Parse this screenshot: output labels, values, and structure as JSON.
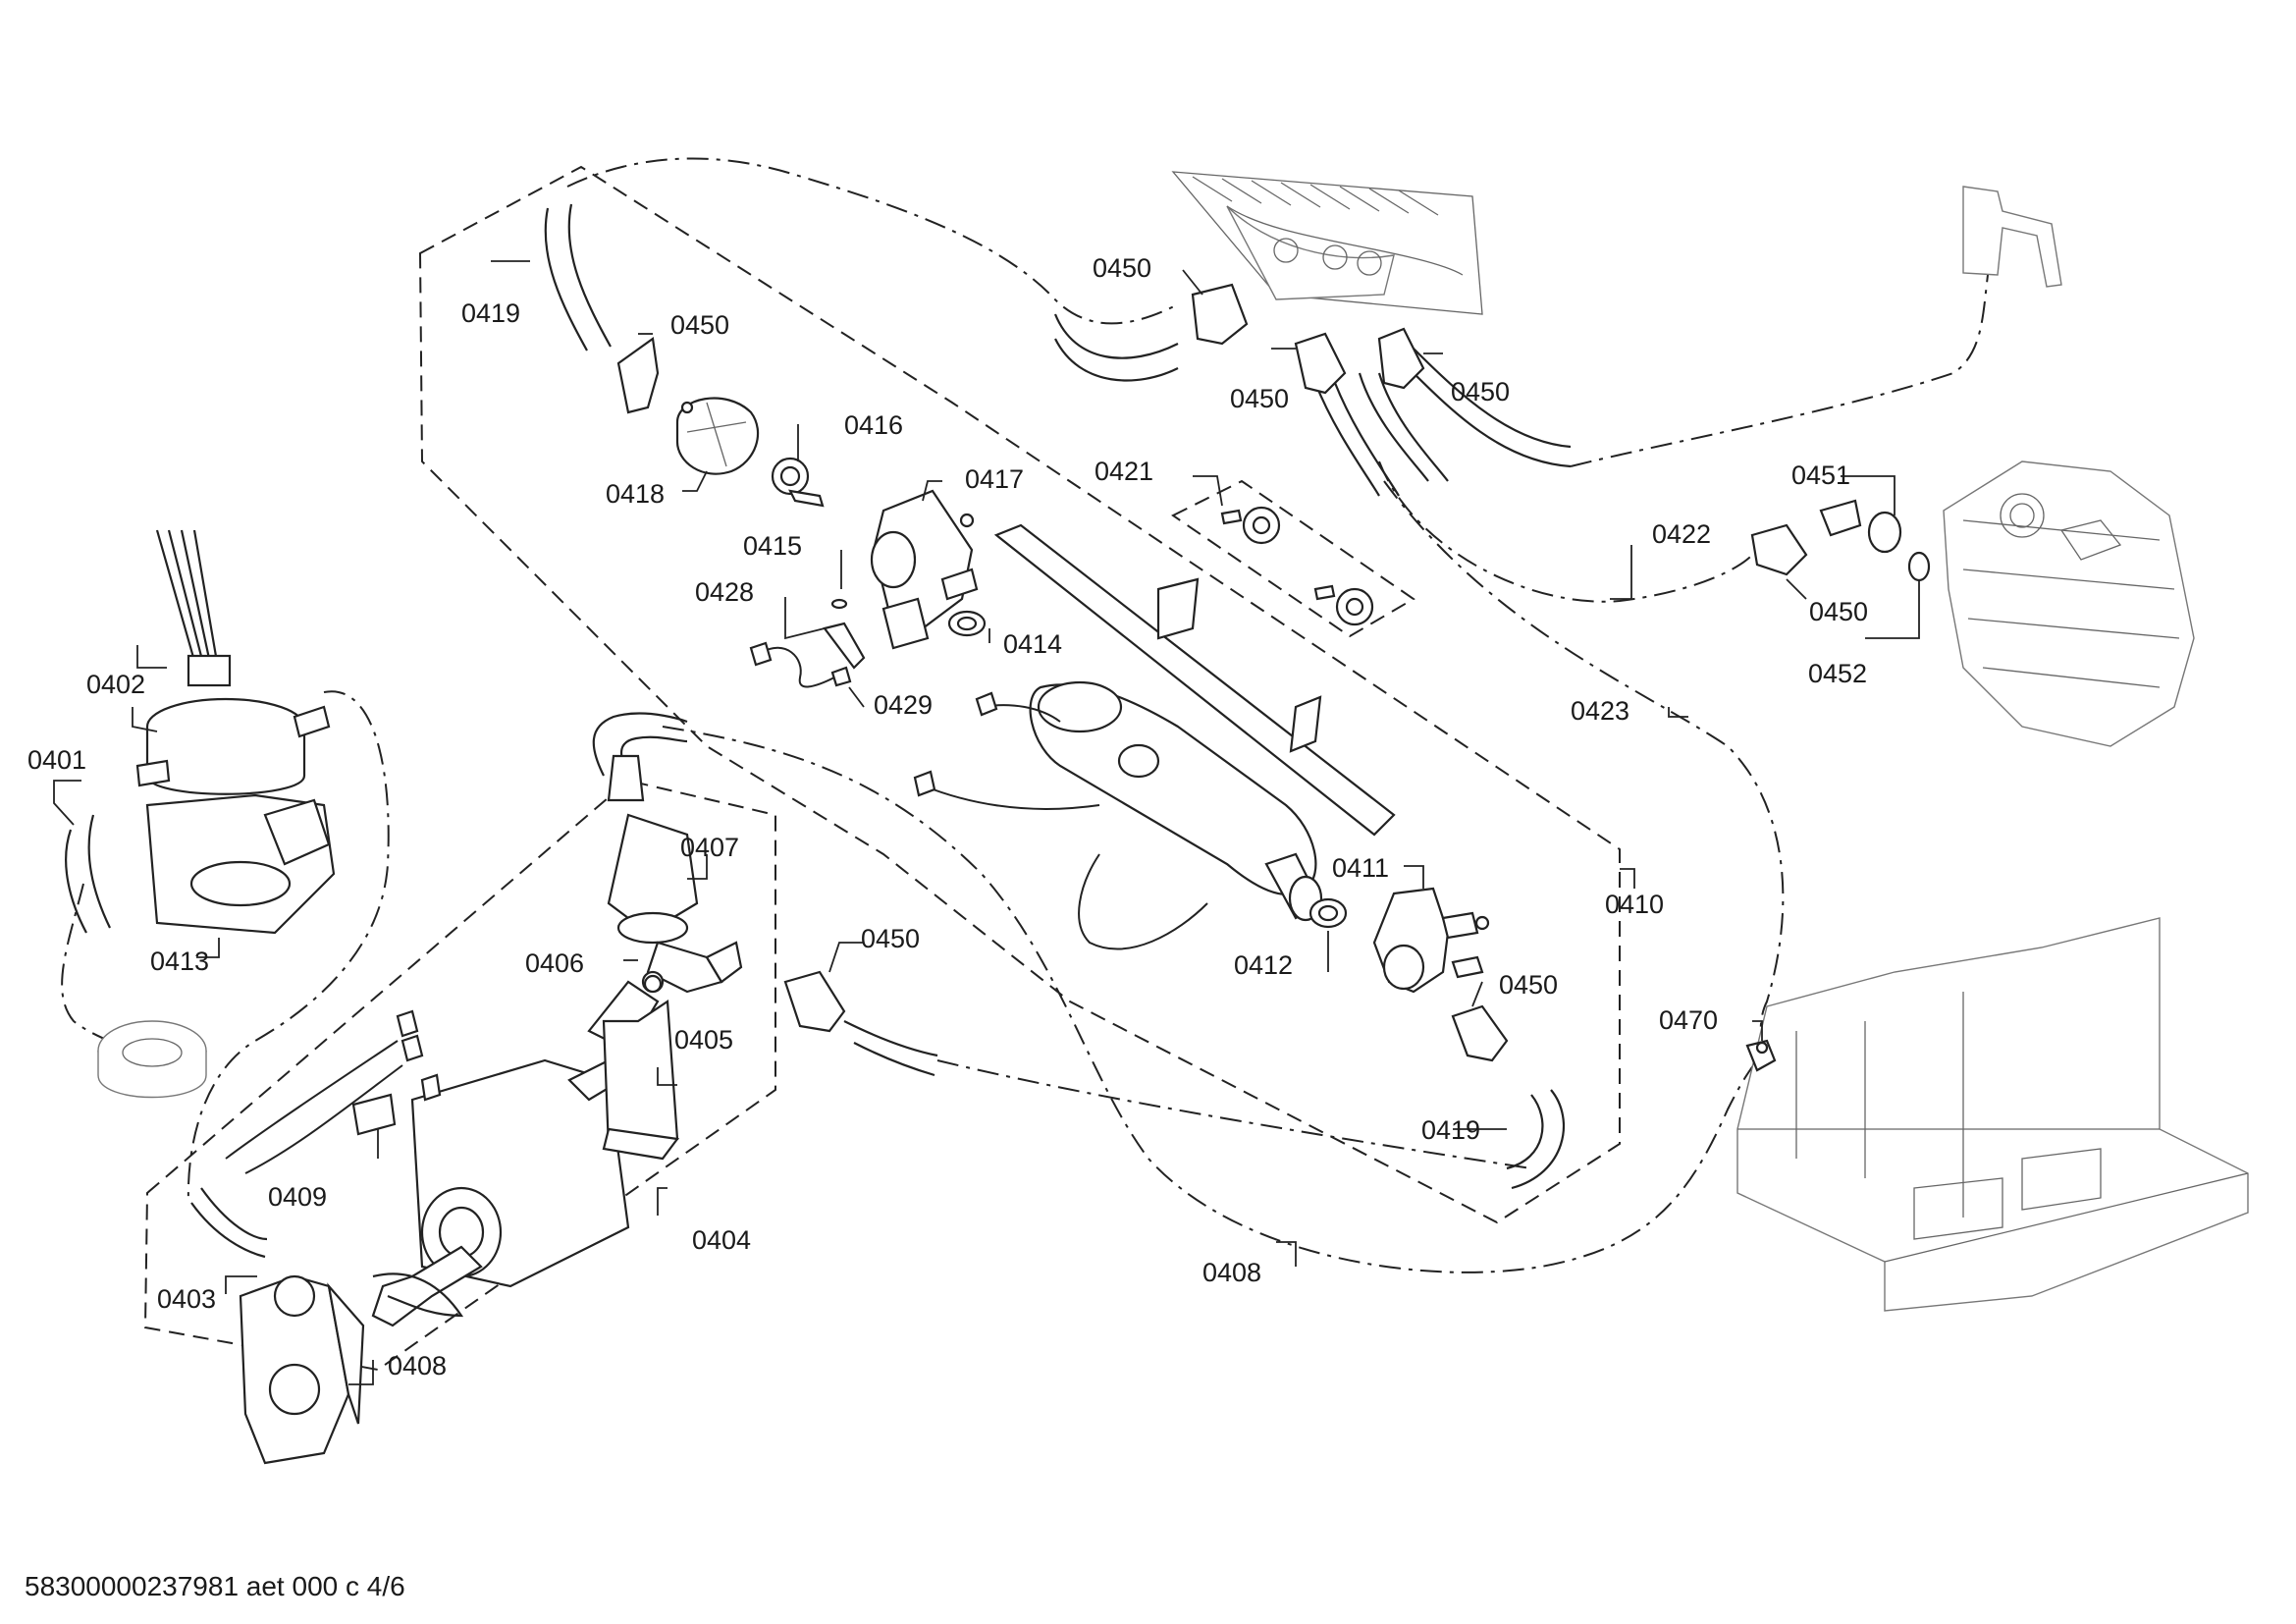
{
  "callouts": {
    "c0401": "0401",
    "c0402": "0402",
    "c0403": "0403",
    "c0404": "0404",
    "c0405": "0405",
    "c0406": "0406",
    "c0407": "0407",
    "c0408a": "0408",
    "c0408b": "0408",
    "c0409": "0409",
    "c0410": "0410",
    "c0411": "0411",
    "c0412": "0412",
    "c0413": "0413",
    "c0414": "0414",
    "c0415": "0415",
    "c0416": "0416",
    "c0417": "0417",
    "c0418": "0418",
    "c0419a": "0419",
    "c0419b": "0419",
    "c0421": "0421",
    "c0422": "0422",
    "c0423": "0423",
    "c0428": "0428",
    "c0429": "0429",
    "c0450a": "0450",
    "c0450b": "0450",
    "c0450c": "0450",
    "c0450d": "0450",
    "c0450e": "0450",
    "c0450f": "0450",
    "c0450g": "0450",
    "c0451": "0451",
    "c0452": "0452",
    "c0470": "0470"
  },
  "footer": {
    "document_code": "58300000237981 aet 000 c 4/6"
  }
}
